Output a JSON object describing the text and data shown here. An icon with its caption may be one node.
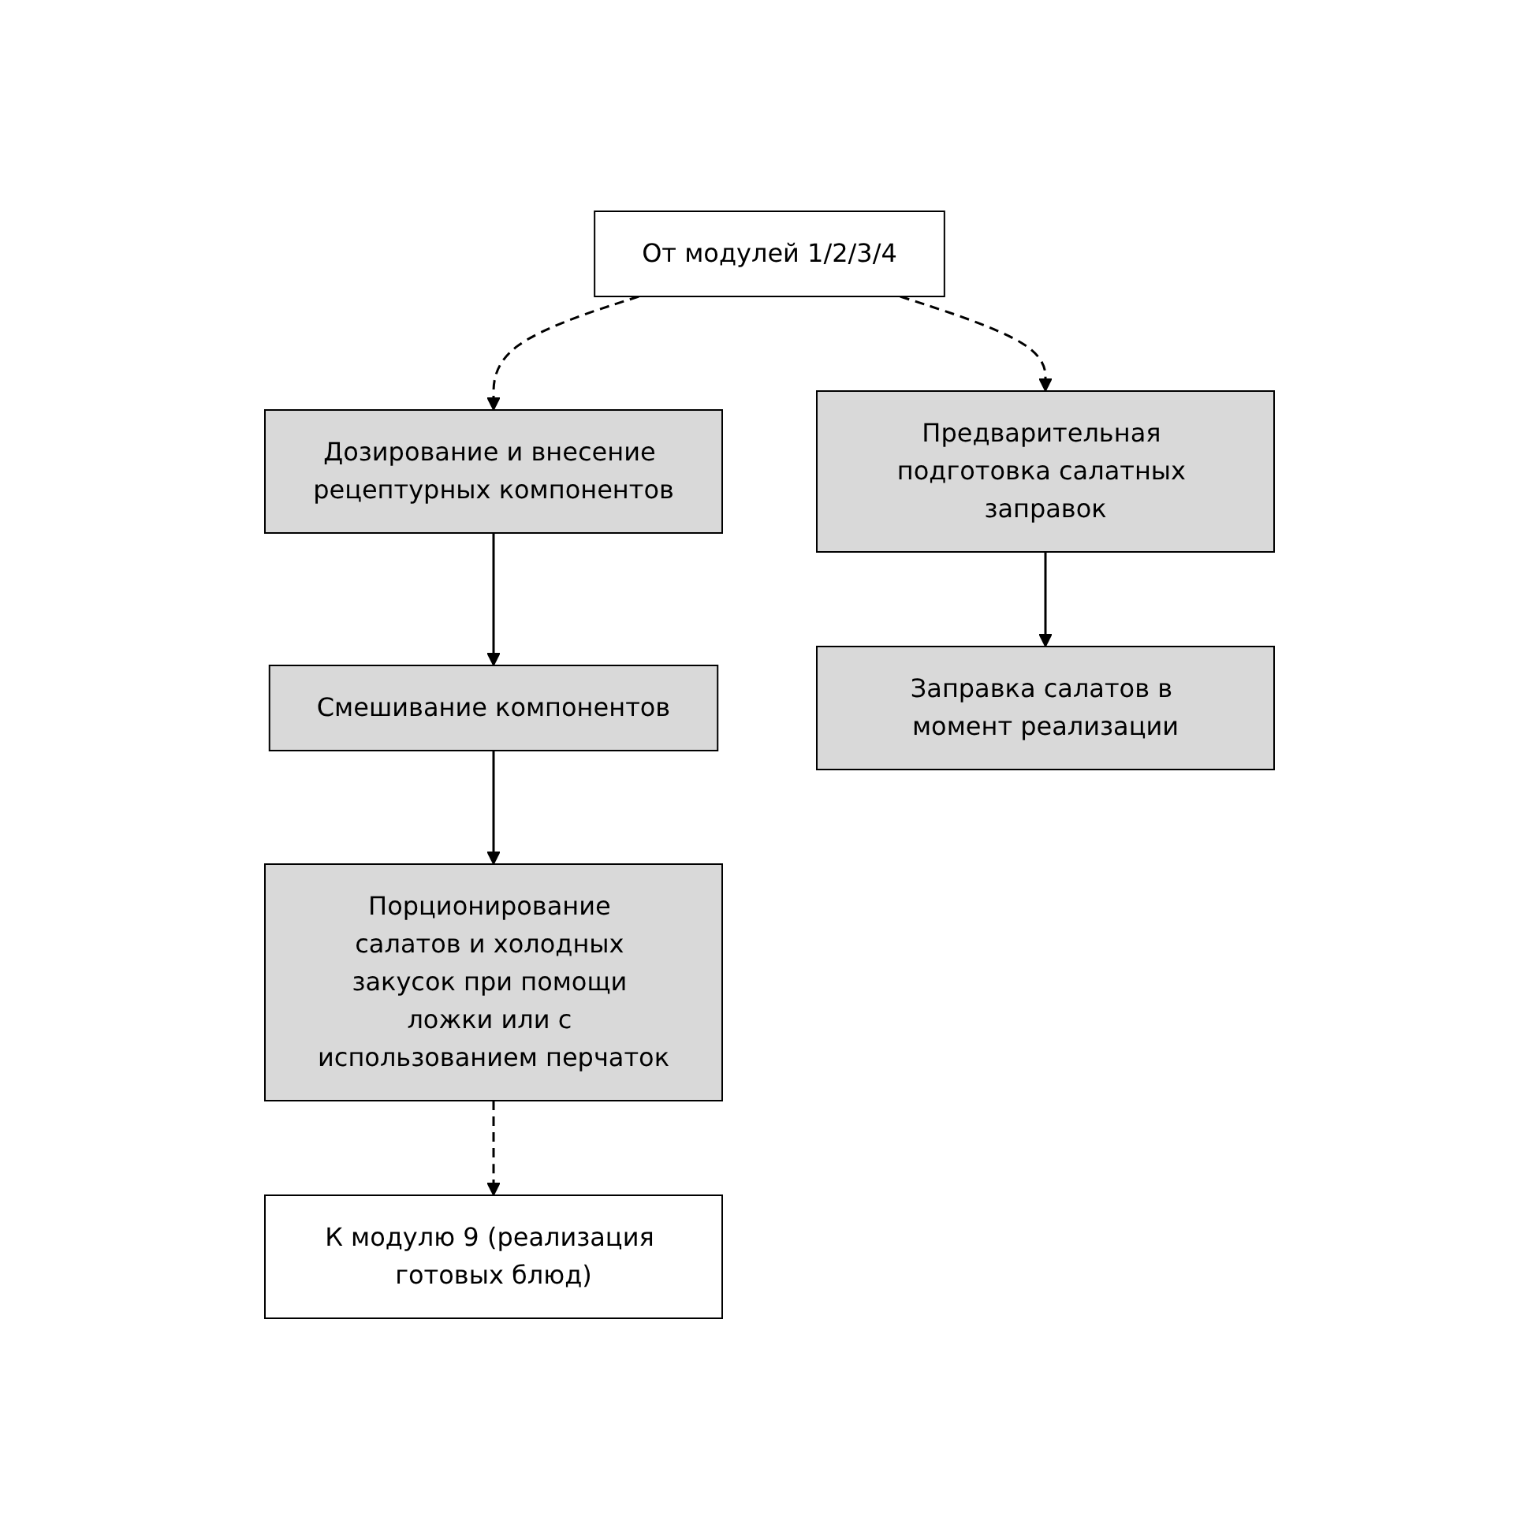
{
  "diagram": {
    "nodes": [
      {
        "text": [
          "От модулей 1/2/3/4"
        ]
      },
      {
        "text": [
          "Дозирование и внесение рецептурных компонентов"
        ]
      },
      {
        "text": [
          "Смешивание компонентов"
        ]
      },
      {
        "text": [
          "Предварительная подготовка салатных заправок"
        ]
      },
      {
        "text": [
          "Порционирование салатов и холодных закусок при помощи ложки или с использованием перчаток"
        ]
      },
      {
        "text": [
          "К модулю 9 (реализация готовых блюд)"
        ]
      },
      {
        "text": [
          "Заправка салатов в момент реализации"
        ]
      }
    ],
    "edges": [
      {
        "from": 0,
        "to": 1,
        "arrow": "to",
        "style": "dashed"
      },
      {
        "from": 1,
        "to": 2,
        "arrow": "to"
      },
      {
        "from": 2,
        "to": 4,
        "arrow": "to"
      },
      {
        "from": 0,
        "to": 3,
        "arrow": "to",
        "style": "dashed"
      },
      {
        "from": 4,
        "to": 5,
        "arrow": "to",
        "style": "dashed"
      },
      {
        "from": 3,
        "to": 6,
        "arrow": "to"
      }
    ]
  }
}
